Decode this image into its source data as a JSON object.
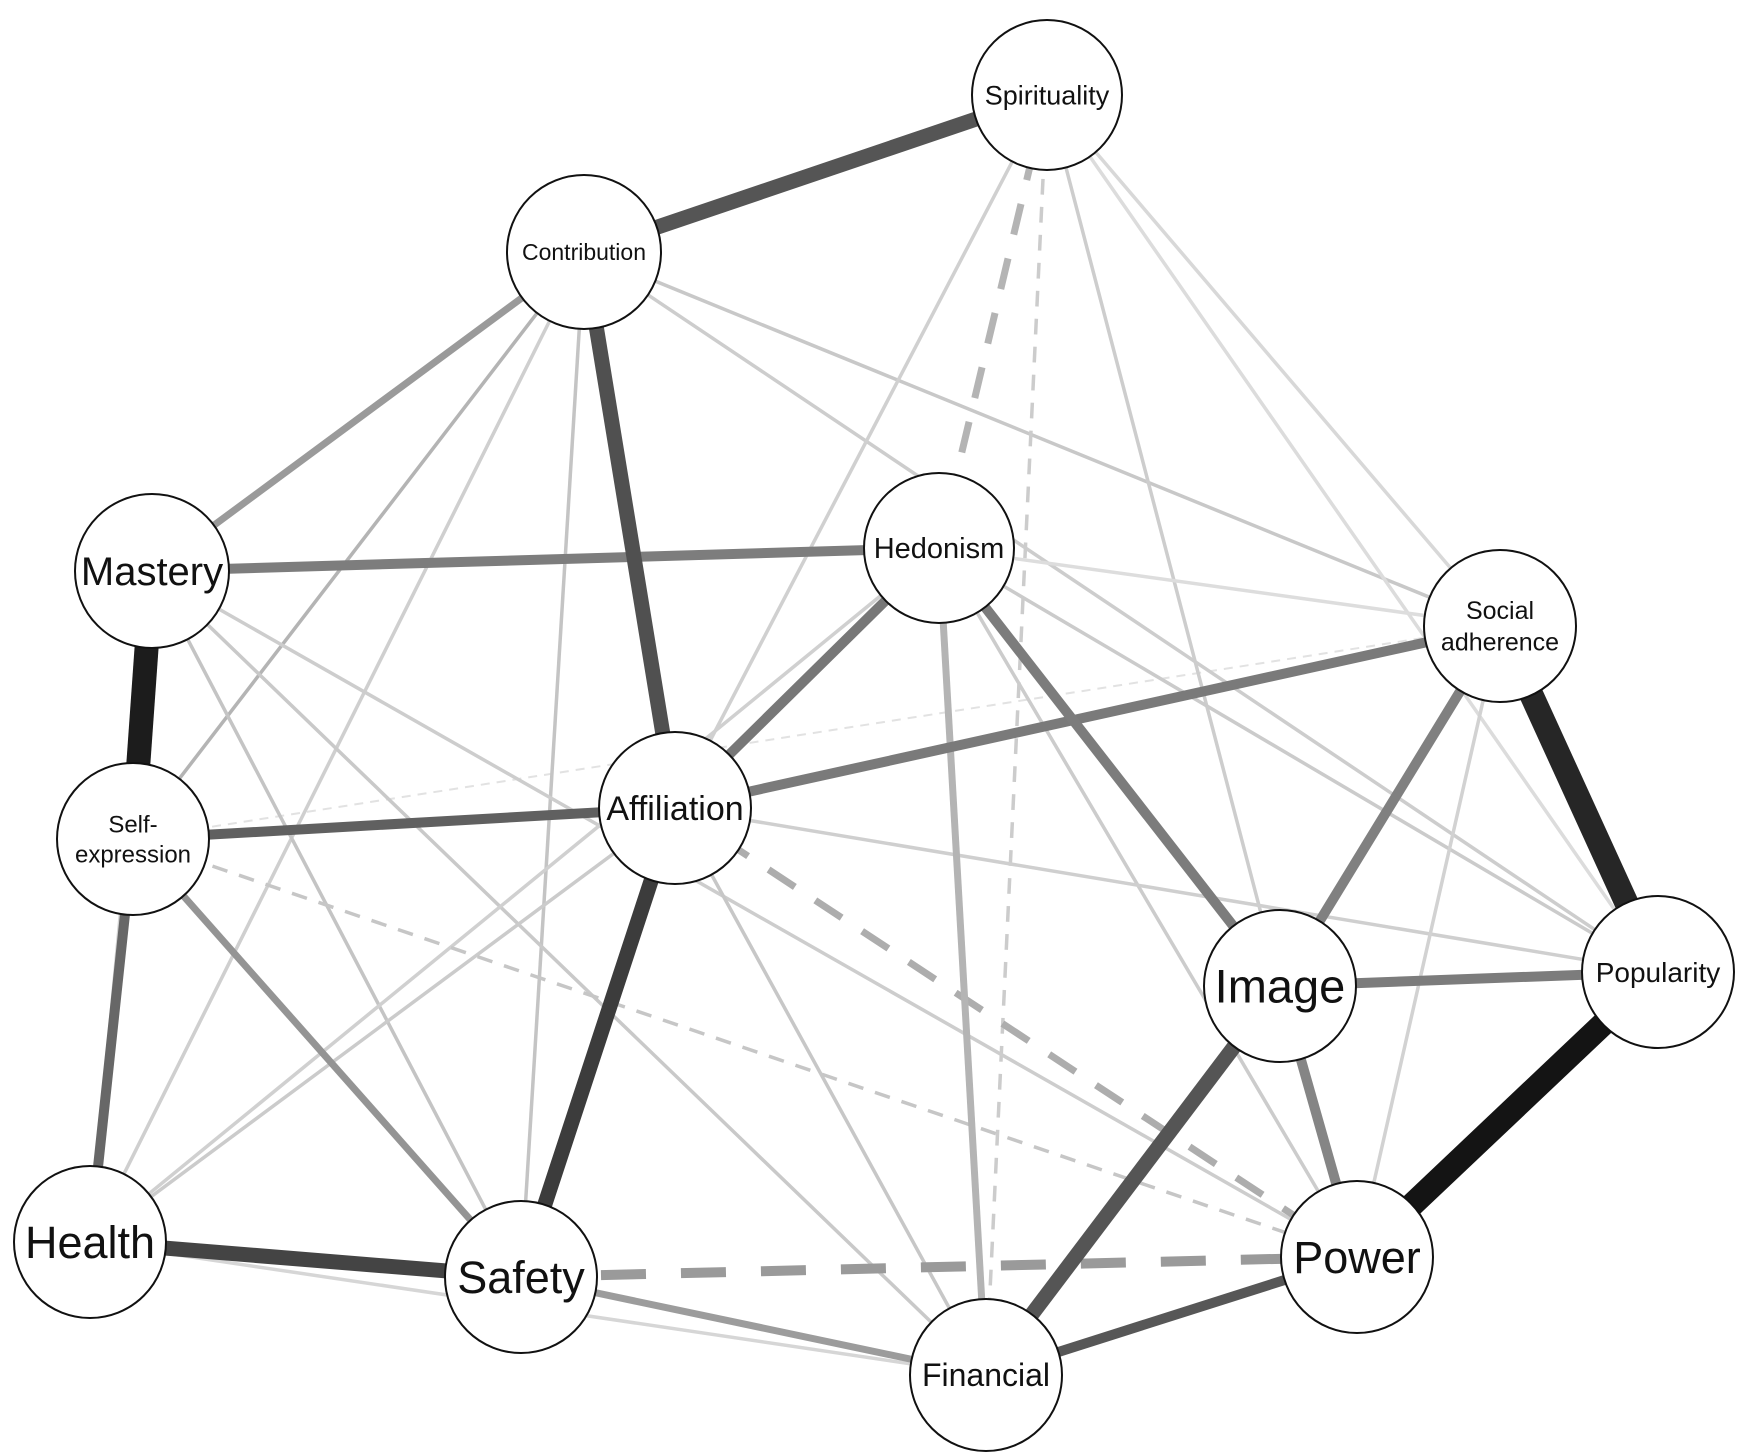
{
  "colors": {
    "background": "#ffffff",
    "node_fill": "#ffffff",
    "node_stroke": "#111111",
    "label": "#111111"
  },
  "nodes": [
    {
      "id": "spirituality",
      "label": "Spirituality"
    },
    {
      "id": "contribution",
      "label": "Contribution"
    },
    {
      "id": "mastery",
      "label": "Mastery"
    },
    {
      "id": "hedonism",
      "label": "Hedonism"
    },
    {
      "id": "social-adherence",
      "label": "Social adherence"
    },
    {
      "id": "self-expression",
      "label": "Self-expression"
    },
    {
      "id": "affiliation",
      "label": "Affiliation"
    },
    {
      "id": "image",
      "label": "Image"
    },
    {
      "id": "popularity",
      "label": "Popularity"
    },
    {
      "id": "health",
      "label": "Health"
    },
    {
      "id": "safety",
      "label": "Safety"
    },
    {
      "id": "power",
      "label": "Power"
    },
    {
      "id": "financial",
      "label": "Financial"
    }
  ],
  "edges": [
    {
      "source": "mastery",
      "target": "self-expression",
      "shade": "#1c1c1c",
      "style": "solid",
      "weight": "strong"
    },
    {
      "source": "social-adherence",
      "target": "popularity",
      "shade": "#262626",
      "style": "solid",
      "weight": "strong"
    },
    {
      "source": "popularity",
      "target": "power",
      "shade": "#141414",
      "style": "solid",
      "weight": "strong"
    },
    {
      "source": "contribution",
      "target": "spirituality",
      "shade": "#555555",
      "style": "solid",
      "weight": "medium-strong"
    },
    {
      "source": "contribution",
      "target": "affiliation",
      "shade": "#505050",
      "style": "solid",
      "weight": "medium-strong"
    },
    {
      "source": "affiliation",
      "target": "safety",
      "shade": "#3c3c3c",
      "style": "solid",
      "weight": "medium-strong"
    },
    {
      "source": "health",
      "target": "safety",
      "shade": "#444444",
      "style": "solid",
      "weight": "medium-strong"
    },
    {
      "source": "image",
      "target": "financial",
      "shade": "#555555",
      "style": "solid",
      "weight": "medium-strong"
    },
    {
      "source": "financial",
      "target": "power",
      "shade": "#575757",
      "style": "solid",
      "weight": "medium"
    },
    {
      "source": "self-expression",
      "target": "affiliation",
      "shade": "#606060",
      "style": "solid",
      "weight": "medium"
    },
    {
      "source": "self-expression",
      "target": "health",
      "shade": "#676767",
      "style": "solid",
      "weight": "medium"
    },
    {
      "source": "mastery",
      "target": "hedonism",
      "shade": "#7d7d7d",
      "style": "solid",
      "weight": "medium"
    },
    {
      "source": "affiliation",
      "target": "social-adherence",
      "shade": "#7a7a7a",
      "style": "solid",
      "weight": "medium"
    },
    {
      "source": "hedonism",
      "target": "affiliation",
      "shade": "#777777",
      "style": "solid",
      "weight": "medium"
    },
    {
      "source": "hedonism",
      "target": "image",
      "shade": "#7c7c7c",
      "style": "solid",
      "weight": "medium"
    },
    {
      "source": "image",
      "target": "popularity",
      "shade": "#7c7c7c",
      "style": "solid",
      "weight": "medium"
    },
    {
      "source": "social-adherence",
      "target": "image",
      "shade": "#808080",
      "style": "solid",
      "weight": "medium"
    },
    {
      "source": "image",
      "target": "power",
      "shade": "#858585",
      "style": "solid",
      "weight": "medium"
    },
    {
      "source": "safety",
      "target": "power",
      "shade": "#9a9a9a",
      "style": "dashed",
      "weight": "medium"
    },
    {
      "source": "contribution",
      "target": "mastery",
      "shade": "#9a9a9a",
      "style": "solid",
      "weight": "light-medium"
    },
    {
      "source": "self-expression",
      "target": "safety",
      "shade": "#949494",
      "style": "solid",
      "weight": "light-medium"
    },
    {
      "source": "safety",
      "target": "financial",
      "shade": "#9c9c9c",
      "style": "solid",
      "weight": "light-medium"
    },
    {
      "source": "spirituality",
      "target": "hedonism",
      "shade": "#b4b4b4",
      "style": "dashed",
      "weight": "light-medium"
    },
    {
      "source": "affiliation",
      "target": "power",
      "shade": "#adadad",
      "style": "dashed",
      "weight": "light-medium"
    },
    {
      "source": "hedonism",
      "target": "financial",
      "shade": "#b4b4b4",
      "style": "solid",
      "weight": "light-medium"
    },
    {
      "source": "contribution",
      "target": "self-expression",
      "shade": "#b4b4b4",
      "style": "solid",
      "weight": "light"
    },
    {
      "source": "contribution",
      "target": "social-adherence",
      "shade": "#c8c8c8",
      "style": "solid",
      "weight": "light"
    },
    {
      "source": "contribution",
      "target": "popularity",
      "shade": "#cdcdcd",
      "style": "solid",
      "weight": "light"
    },
    {
      "source": "contribution",
      "target": "health",
      "shade": "#cfcfcf",
      "style": "solid",
      "weight": "light"
    },
    {
      "source": "contribution",
      "target": "safety",
      "shade": "#c4c4c4",
      "style": "solid",
      "weight": "light"
    },
    {
      "source": "spirituality",
      "target": "financial",
      "shade": "#cccccc",
      "style": "dashed",
      "weight": "light"
    },
    {
      "source": "spirituality",
      "target": "image",
      "shade": "#cdcdcd",
      "style": "solid",
      "weight": "light"
    },
    {
      "source": "spirituality",
      "target": "social-adherence",
      "shade": "#d8d8d8",
      "style": "solid",
      "weight": "light"
    },
    {
      "source": "spirituality",
      "target": "affiliation",
      "shade": "#d0d0d0",
      "style": "solid",
      "weight": "light"
    },
    {
      "source": "spirituality",
      "target": "popularity",
      "shade": "#dcdcdc",
      "style": "solid",
      "weight": "light"
    },
    {
      "source": "mastery",
      "target": "safety",
      "shade": "#c4c4c4",
      "style": "solid",
      "weight": "light"
    },
    {
      "source": "mastery",
      "target": "financial",
      "shade": "#c9c9c9",
      "style": "solid",
      "weight": "light"
    },
    {
      "source": "mastery",
      "target": "power",
      "shade": "#cdcdcd",
      "style": "solid",
      "weight": "light"
    },
    {
      "source": "mastery",
      "target": "health",
      "shade": "#d4d4d4",
      "style": "solid",
      "weight": "light"
    },
    {
      "source": "hedonism",
      "target": "popularity",
      "shade": "#cbcbcb",
      "style": "solid",
      "weight": "light"
    },
    {
      "source": "hedonism",
      "target": "power",
      "shade": "#cccccc",
      "style": "solid",
      "weight": "light"
    },
    {
      "source": "hedonism",
      "target": "social-adherence",
      "shade": "#dddddd",
      "style": "solid",
      "weight": "light"
    },
    {
      "source": "hedonism",
      "target": "health",
      "shade": "#d0d0d0",
      "style": "solid",
      "weight": "light"
    },
    {
      "source": "affiliation",
      "target": "popularity",
      "shade": "#cfcfcf",
      "style": "solid",
      "weight": "light"
    },
    {
      "source": "affiliation",
      "target": "health",
      "shade": "#cbcbcb",
      "style": "solid",
      "weight": "light"
    },
    {
      "source": "affiliation",
      "target": "financial",
      "shade": "#c7c7c7",
      "style": "solid",
      "weight": "light"
    },
    {
      "source": "self-expression",
      "target": "power",
      "shade": "#c6c6c6",
      "style": "dashed",
      "weight": "light"
    },
    {
      "source": "self-expression",
      "target": "social-adherence",
      "shade": "#e2e2e2",
      "style": "dashed",
      "weight": "hairline"
    },
    {
      "source": "social-adherence",
      "target": "power",
      "shade": "#d2d2d2",
      "style": "solid",
      "weight": "light"
    },
    {
      "source": "health",
      "target": "financial",
      "shade": "#d6d6d6",
      "style": "solid",
      "weight": "light"
    }
  ]
}
